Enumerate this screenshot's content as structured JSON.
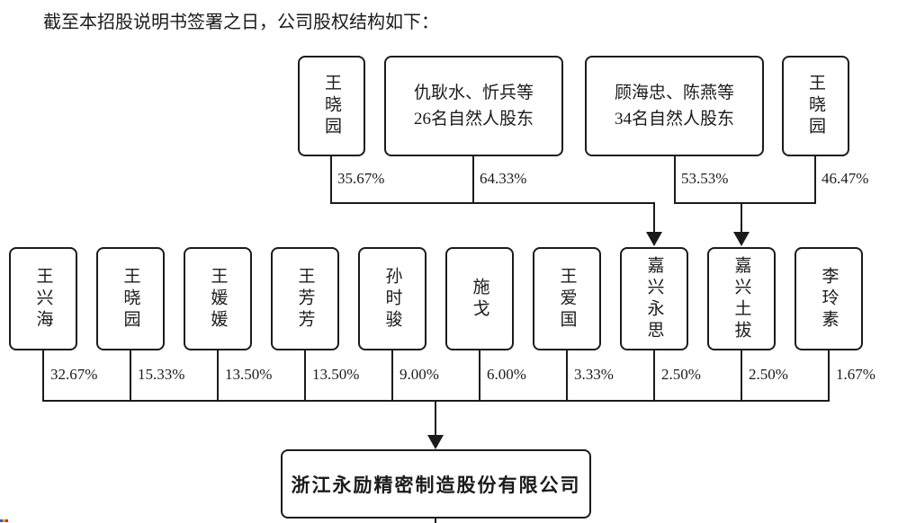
{
  "title": "截至本招股说明书签署之日，公司股权结构如下：",
  "top_shareholders": [
    {
      "name": "王晓园",
      "percent": "35.67%"
    },
    {
      "lines": [
        "仇耿水、忻兵等",
        "26名自然人股东"
      ],
      "percent": "64.33%"
    },
    {
      "lines": [
        "顾海忠、陈燕等",
        "34名自然人股东"
      ],
      "percent": "53.53%"
    },
    {
      "name": "王晓园",
      "percent": "46.47%"
    }
  ],
  "direct_shareholders": [
    {
      "name": "王兴海",
      "percent": "32.67%"
    },
    {
      "name": "王晓园",
      "percent": "15.33%"
    },
    {
      "name": "王媛媛",
      "percent": "13.50%"
    },
    {
      "name": "王芳芳",
      "percent": "13.50%"
    },
    {
      "name": "孙时骏",
      "percent": "9.00%"
    },
    {
      "name": "施戈",
      "percent": "6.00%"
    },
    {
      "name": "王爱国",
      "percent": "3.33%"
    },
    {
      "name": "嘉兴永思",
      "percent": "2.50%"
    },
    {
      "name": "嘉兴土拔",
      "percent": "2.50%"
    },
    {
      "name": "李玲素",
      "percent": "1.67%"
    }
  ],
  "company": {
    "name": "浙江永励精密制造股份有限公司"
  },
  "line_color": "#1b1b1b"
}
